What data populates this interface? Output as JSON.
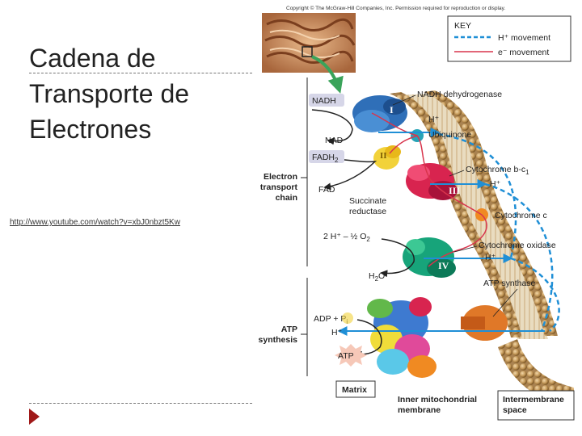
{
  "slide": {
    "title_lines": [
      "Cadena de",
      "Transporte de",
      "Electrones"
    ],
    "link_text": "http://www.youtube.com/watch?v=xbJ0nbzt5Kw"
  },
  "figure": {
    "copyright": "Copyright © The McGraw-Hill Companies, Inc. Permission required for reproduction or display.",
    "key": {
      "title": "KEY",
      "h_movement": "H⁺ movement",
      "e_movement": "e⁻ movement",
      "h_color": "#1f8fd6",
      "e_color": "#d8344c"
    },
    "labels": {
      "nadh": "NADH",
      "nad": "NAD",
      "fadh2": "FADH",
      "fadh2_sub": "2",
      "fad": "FAD",
      "nadh_dehydrogenase": "NADH dehydrogenase",
      "h_plus_1": "H⁺",
      "ubiquinone": "Ubiquinone",
      "cytochrome_bc1": "Cytochrome b-c",
      "cytochrome_bc1_sub": "1",
      "h_plus_2": "H⁺",
      "succinate_reductase_1": "Succinate",
      "succinate_reductase_2": "reductase",
      "cytochrome_c": "Cytochrome c",
      "two_h_half_o2": "2 H⁺  –  ½ O",
      "o2_sub": "2",
      "cytochrome_oxidase": "Cytochrome oxidase",
      "h_plus_3": "H⁺",
      "water": "H",
      "water_sub": "2",
      "water_tail": "O",
      "atp_synthase": "ATP synthase",
      "adp_pi": "ADP + P",
      "pi_sub": "i",
      "h_plus_4": "H⁺",
      "atp": "ATP",
      "etc_line1": "Electron",
      "etc_line2": "transport",
      "etc_line3": "chain",
      "atp_syn_line1": "ATP",
      "atp_syn_line2": "synthesis",
      "matrix": "Matrix",
      "inner_membrane_1": "Inner mitochondrial",
      "inner_membrane_2": "membrane",
      "intermembrane_1": "Intermembrane",
      "intermembrane_2": "space",
      "roman_1": "I",
      "roman_2": "II",
      "roman_3": "III",
      "roman_4": "IV"
    }
  }
}
